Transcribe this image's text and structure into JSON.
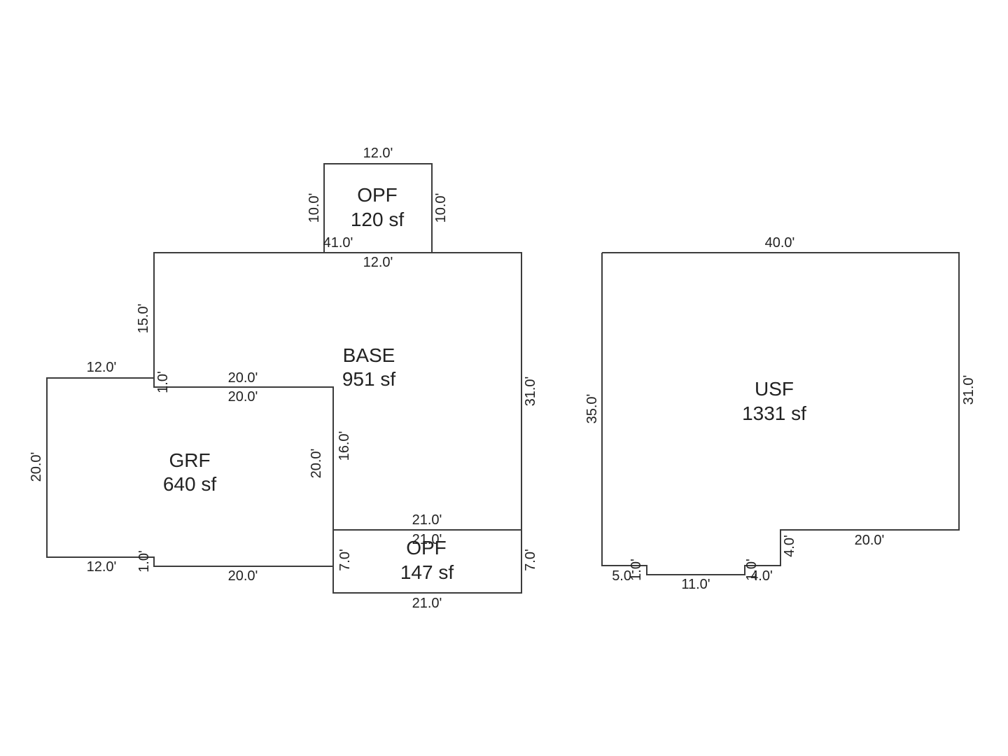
{
  "areas": [
    {
      "id": "opf_top",
      "name": "OPF",
      "size": "120 sf",
      "dims": {
        "top": "12.0'",
        "left": "10.0'",
        "right": "10.0'",
        "base_a": "41.0'",
        "base_b": "12.0'"
      }
    },
    {
      "id": "base",
      "name": "BASE",
      "size": "951 sf",
      "dims": {
        "left": "15.0'",
        "jog": "1.0'",
        "right": "31.0'",
        "inner": "16.0'",
        "bottom": "21.0'"
      }
    },
    {
      "id": "grf",
      "name": "GRF",
      "size": "640 sf",
      "dims": {
        "top_left": "12.0'",
        "top_right": "20.0'",
        "top_right_inner": "20.0'",
        "left": "20.0'",
        "right": "20.0'",
        "bottom_left": "12.0'",
        "bottom_right": "20.0'",
        "jog": "1.0'"
      }
    },
    {
      "id": "opf_bottom",
      "name": "OPF",
      "size": "147 sf",
      "dims": {
        "top": "21.0'",
        "left": "7.0'",
        "right": "7.0'",
        "bottom": "21.0'"
      }
    },
    {
      "id": "usf",
      "name": "USF",
      "size": "1331 sf",
      "dims": {
        "top": "40.0'",
        "left": "35.0'",
        "right": "31.0'",
        "step_right": "20.0'",
        "step_drop": "4.0'",
        "bottom_left": "5.0'",
        "jog_left": "1.0'",
        "bottom_mid": "11.0'",
        "jog_right": "1.0'",
        "bottom_right": "4.0'"
      }
    }
  ]
}
